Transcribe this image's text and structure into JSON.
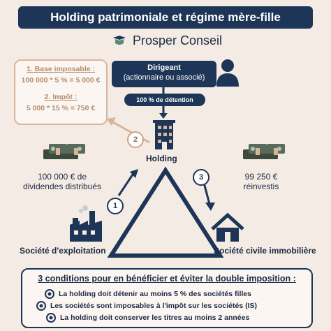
{
  "title": "Holding patrimoniale et régime mère-fille",
  "brand": {
    "name": "Prosper Conseil"
  },
  "calc": {
    "base_heading": "1. Base imposable :",
    "base_value": "100 000 * 5 % = 5 000 €",
    "impot_heading": "2. Impôt :",
    "impot_value": "5 000 * 15 % = 750 €"
  },
  "dirigeant": {
    "title": "Dirigeant",
    "subtitle": "(actionnaire ou associé)"
  },
  "detention": "100 % de détention",
  "holding": "Holding",
  "dividendes": {
    "line1": "100 000 € de",
    "line2": "dividendes distribués"
  },
  "reinvestis": {
    "line1": "99 250 €",
    "line2": "réinvestis"
  },
  "steps": [
    "1",
    "2",
    "3"
  ],
  "exploitation": "Société d'exploitation",
  "sci": "Société civile immobilière",
  "conditions": {
    "title": "3 conditions pour en bénéficier et éviter la double imposition :",
    "items": [
      "La holding doit détenir au moins 5 % des sociétés filles",
      "Les sociétés sont imposables à l'impôt sur les sociétés (IS)",
      "La holding doit conserver les titres au moins 2 années"
    ]
  },
  "colors": {
    "navy": "#1d3557",
    "tan": "#d7b59c",
    "background": "#f4ece4",
    "money": "#3c4a3c"
  }
}
